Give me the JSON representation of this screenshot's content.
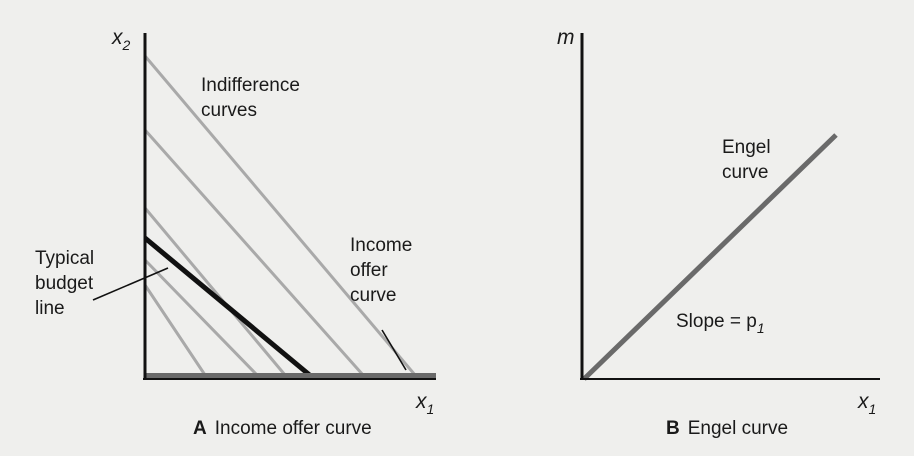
{
  "panel_a": {
    "axis_y_label": "x",
    "axis_y_sub": "2",
    "axis_x_label": "x",
    "axis_x_sub": "1",
    "indifference_label": [
      "Indifference",
      "curves"
    ],
    "budget_label": [
      "Typical",
      "budget",
      "line"
    ],
    "offer_label": [
      "Income",
      "offer",
      "curve"
    ],
    "caption_letter": "A",
    "caption_text": "Income offer curve"
  },
  "panel_b": {
    "axis_y_label": "m",
    "axis_x_label": "x",
    "axis_x_sub": "1",
    "engel_label": [
      "Engel",
      "curve"
    ],
    "slope_label": "Slope = p",
    "slope_sub": "1",
    "caption_letter": "B",
    "caption_text": "Engel curve"
  },
  "colors": {
    "axis": "#111111",
    "budget": "#111111",
    "indifference": "#a9a9a9",
    "offer_curve": "#6a6a6a",
    "engel_curve": "#6a6a6a"
  }
}
